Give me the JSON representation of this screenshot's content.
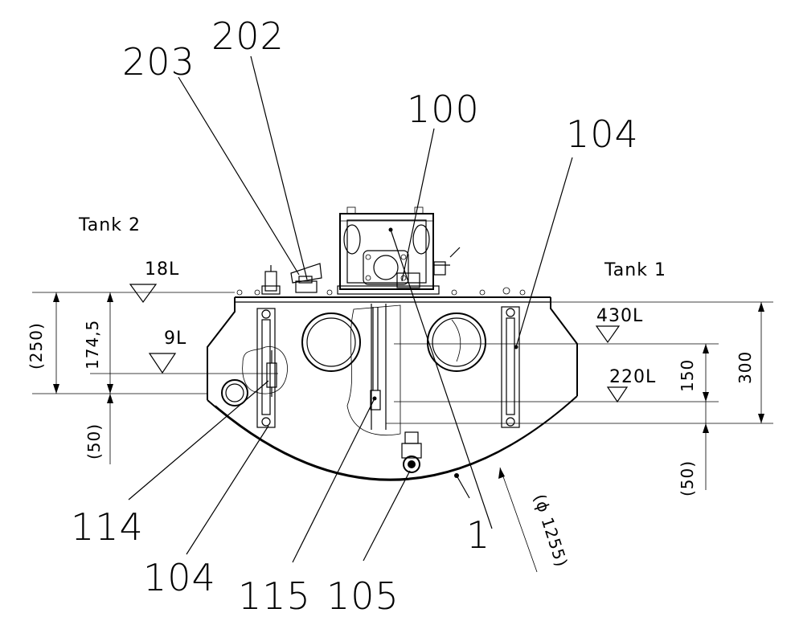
{
  "labels": {
    "tank_left": "Tank 2",
    "tank_right": "Tank 1"
  },
  "reference_numbers": {
    "r203": "203",
    "r202": "202",
    "r100": "100",
    "r104_top": "104",
    "r114": "114",
    "r104_bottom": "104",
    "r115": "115",
    "r105": "105",
    "r1": "1"
  },
  "levels": {
    "left_high": "18L",
    "left_low": "9L",
    "right_high": "430L",
    "right_low": "220L"
  },
  "dimensions": {
    "left_outer": "(250)",
    "left_inner": "174,5",
    "left_bottom": "(50)",
    "right_inner": "150",
    "right_outer": "300",
    "right_bottom": "(50)",
    "diameter": "(ϕ 1255)"
  }
}
